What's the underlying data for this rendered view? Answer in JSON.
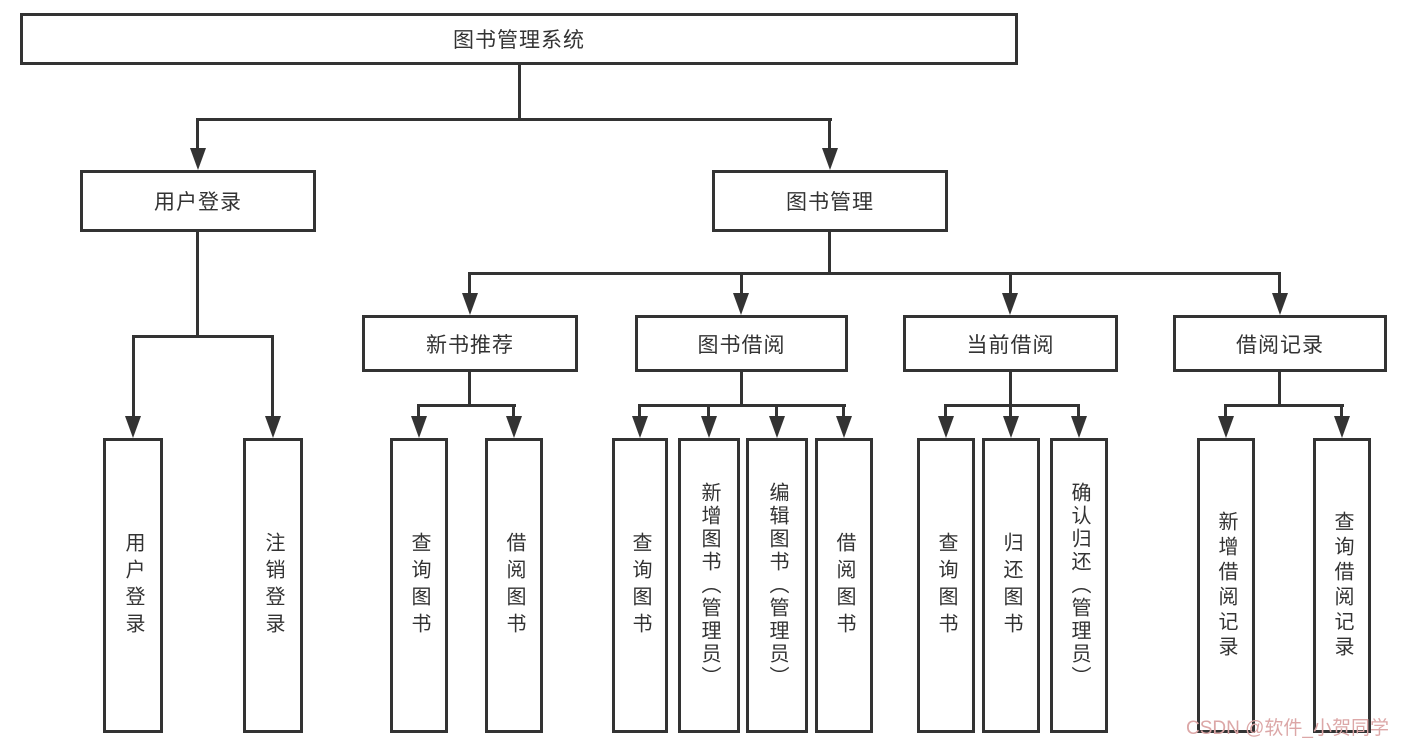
{
  "diagram": {
    "title": "图书管理系统",
    "branches": [
      {
        "label": "用户登录",
        "children": [
          "用户登录",
          "注销登录"
        ]
      },
      {
        "label": "图书管理",
        "children": [
          {
            "label": "新书推荐",
            "children": [
              "查询图书",
              "借阅图书"
            ]
          },
          {
            "label": "图书借阅",
            "children": [
              "查询图书",
              "新增图书（管理员）",
              "编辑图书（管理员）",
              "借阅图书"
            ]
          },
          {
            "label": "当前借阅",
            "children": [
              "查询图书",
              "归还图书",
              "确认归还（管理员）"
            ]
          },
          {
            "label": "借阅记录",
            "children": [
              "新增借阅记录",
              "查询借阅记录"
            ]
          }
        ]
      }
    ]
  },
  "watermark": {
    "text": "CSDN @软件_小贺同学",
    "color": "#dca7a7"
  },
  "colors": {
    "line": "#333333",
    "background": "#ffffff",
    "box_fill": "#ffffff",
    "text": "#333333"
  }
}
